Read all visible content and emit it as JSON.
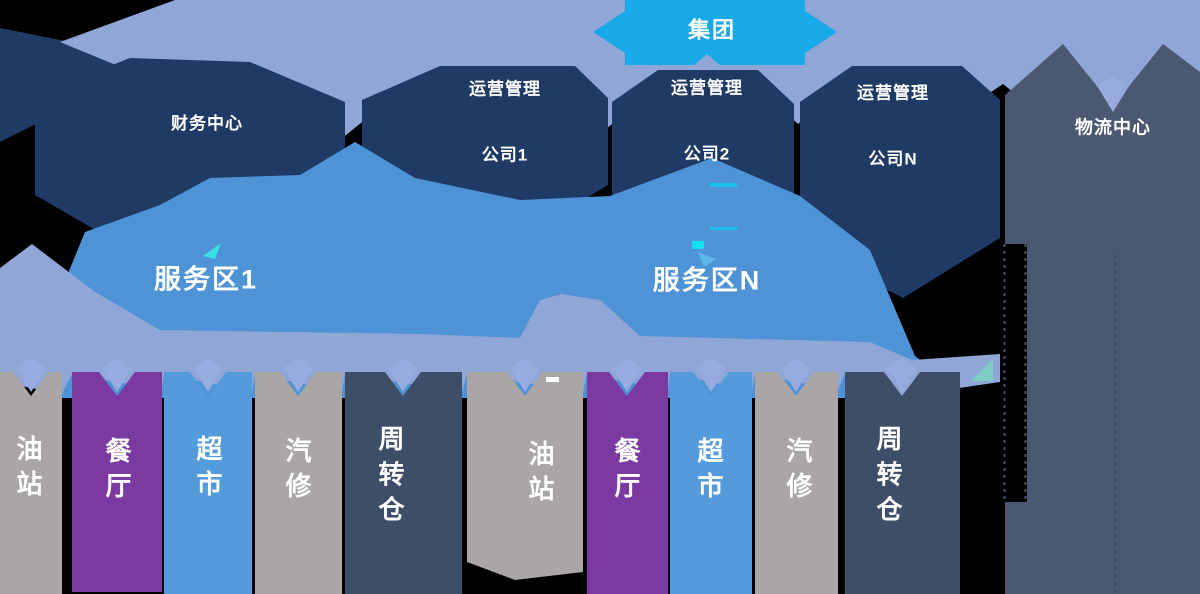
{
  "org": {
    "root": {
      "label": "集团"
    },
    "centers": [
      {
        "label": "财务中心"
      },
      {
        "lines": [
          "运营管理",
          "公司1"
        ]
      },
      {
        "lines": [
          "运营管理",
          "公司2"
        ]
      },
      {
        "lines": [
          "运营管理",
          "公司N"
        ]
      },
      {
        "label": "物流中心"
      }
    ],
    "service_areas": [
      {
        "label": "服务区1"
      },
      {
        "label": "服务区N"
      }
    ],
    "groups": [
      {
        "units": [
          {
            "label": "油站"
          },
          {
            "label": "餐厅"
          },
          {
            "label": "超市"
          },
          {
            "label": "汽修"
          },
          {
            "label": "周转仓"
          }
        ]
      },
      {
        "units": [
          {
            "label": "油站"
          },
          {
            "label": "餐厅"
          },
          {
            "label": "超市"
          },
          {
            "label": "汽修"
          },
          {
            "label": "周转仓"
          }
        ]
      }
    ]
  },
  "colors": {
    "cyan_accent": "#18a9e8",
    "navy": "#203a66",
    "periwinkle": "#8fa6d6",
    "service_blue": "#4e93d6",
    "column_blue": "#549bdc",
    "column_gray": "#a9a6a5",
    "column_purple": "#7b3aa2",
    "column_dark_slate": "#3f4e68",
    "logistics_slate": "#4a5872"
  }
}
